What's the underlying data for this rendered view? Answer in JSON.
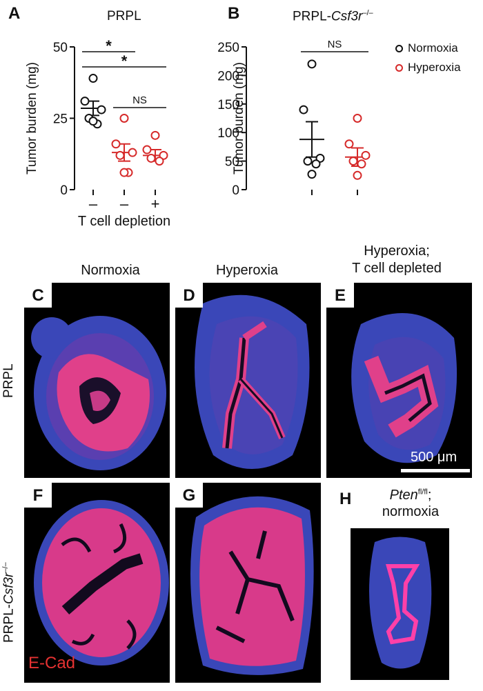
{
  "panels": {
    "A": {
      "label": "A",
      "title": "PRPL"
    },
    "B": {
      "label": "B"
    },
    "C": {
      "label": "C"
    },
    "D": {
      "label": "D"
    },
    "E": {
      "label": "E"
    },
    "F": {
      "label": "F"
    },
    "G": {
      "label": "G"
    },
    "H": {
      "label": "H"
    }
  },
  "panel_b_title": {
    "prefix": "PRPL-",
    "gene": "Csf3r",
    "sup": "–/–"
  },
  "legend": [
    {
      "name": "Normoxia",
      "color": "#111111"
    },
    {
      "name": "Hyperoxia",
      "color": "#d62a2a"
    }
  ],
  "chart_data": [
    {
      "type": "scatter",
      "panel": "A",
      "title": "PRPL",
      "ylabel": "Tumor burden (mg)",
      "xlabel": "T cell depletion",
      "ylim": [
        0,
        50
      ],
      "yticks": [
        0,
        25,
        50
      ],
      "categories": [
        "–",
        "–",
        "+"
      ],
      "groups": [
        {
          "condition": "Normoxia",
          "color": "#111111",
          "points": [
            39,
            31,
            28,
            25,
            23,
            24
          ],
          "mean": 28.5,
          "sem": 2.5
        },
        {
          "condition": "Hyperoxia",
          "color": "#d62a2a",
          "points": [
            25,
            16,
            13,
            12,
            6,
            6
          ],
          "mean": 13,
          "sem": 3
        },
        {
          "condition": "Hyperoxia",
          "color": "#d62a2a",
          "points": [
            19,
            14,
            12,
            11,
            10
          ],
          "mean": 12,
          "sem": 2
        }
      ],
      "annotations": [
        {
          "text": "*",
          "from": 0,
          "to": 1
        },
        {
          "text": "*",
          "from": 0,
          "to": 2
        },
        {
          "text": "NS",
          "from": 1,
          "to": 2
        }
      ]
    },
    {
      "type": "scatter",
      "panel": "B",
      "ylabel": "Tumor burden (mg)",
      "ylim": [
        0,
        250
      ],
      "yticks": [
        0,
        50,
        100,
        150,
        200,
        250
      ],
      "categories": [
        "",
        ""
      ],
      "groups": [
        {
          "condition": "Normoxia",
          "color": "#111111",
          "points": [
            220,
            140,
            55,
            50,
            45,
            27
          ],
          "mean": 88,
          "sem": 31
        },
        {
          "condition": "Hyperoxia",
          "color": "#d62a2a",
          "points": [
            125,
            80,
            60,
            50,
            45,
            25
          ],
          "mean": 57,
          "sem": 16
        }
      ],
      "annotations": [
        {
          "text": "NS",
          "from": 0,
          "to": 1
        }
      ]
    }
  ],
  "columns": {
    "c1": "Normoxia",
    "c2": "Hyperoxia",
    "c3_line1": "Hyperoxia;",
    "c3_line2": "T cell depleted"
  },
  "rows": {
    "r1": "PRPL",
    "r2_prefix": "PRPL-",
    "r2_gene": "Csf3r",
    "r2_sup": "–/–"
  },
  "scale_bar": "500 μm",
  "stain": "E-Cad",
  "panel_h_title": {
    "gene": "Pten",
    "sup": "fl/fl",
    "suffix": ";",
    "line2": "normoxia"
  }
}
